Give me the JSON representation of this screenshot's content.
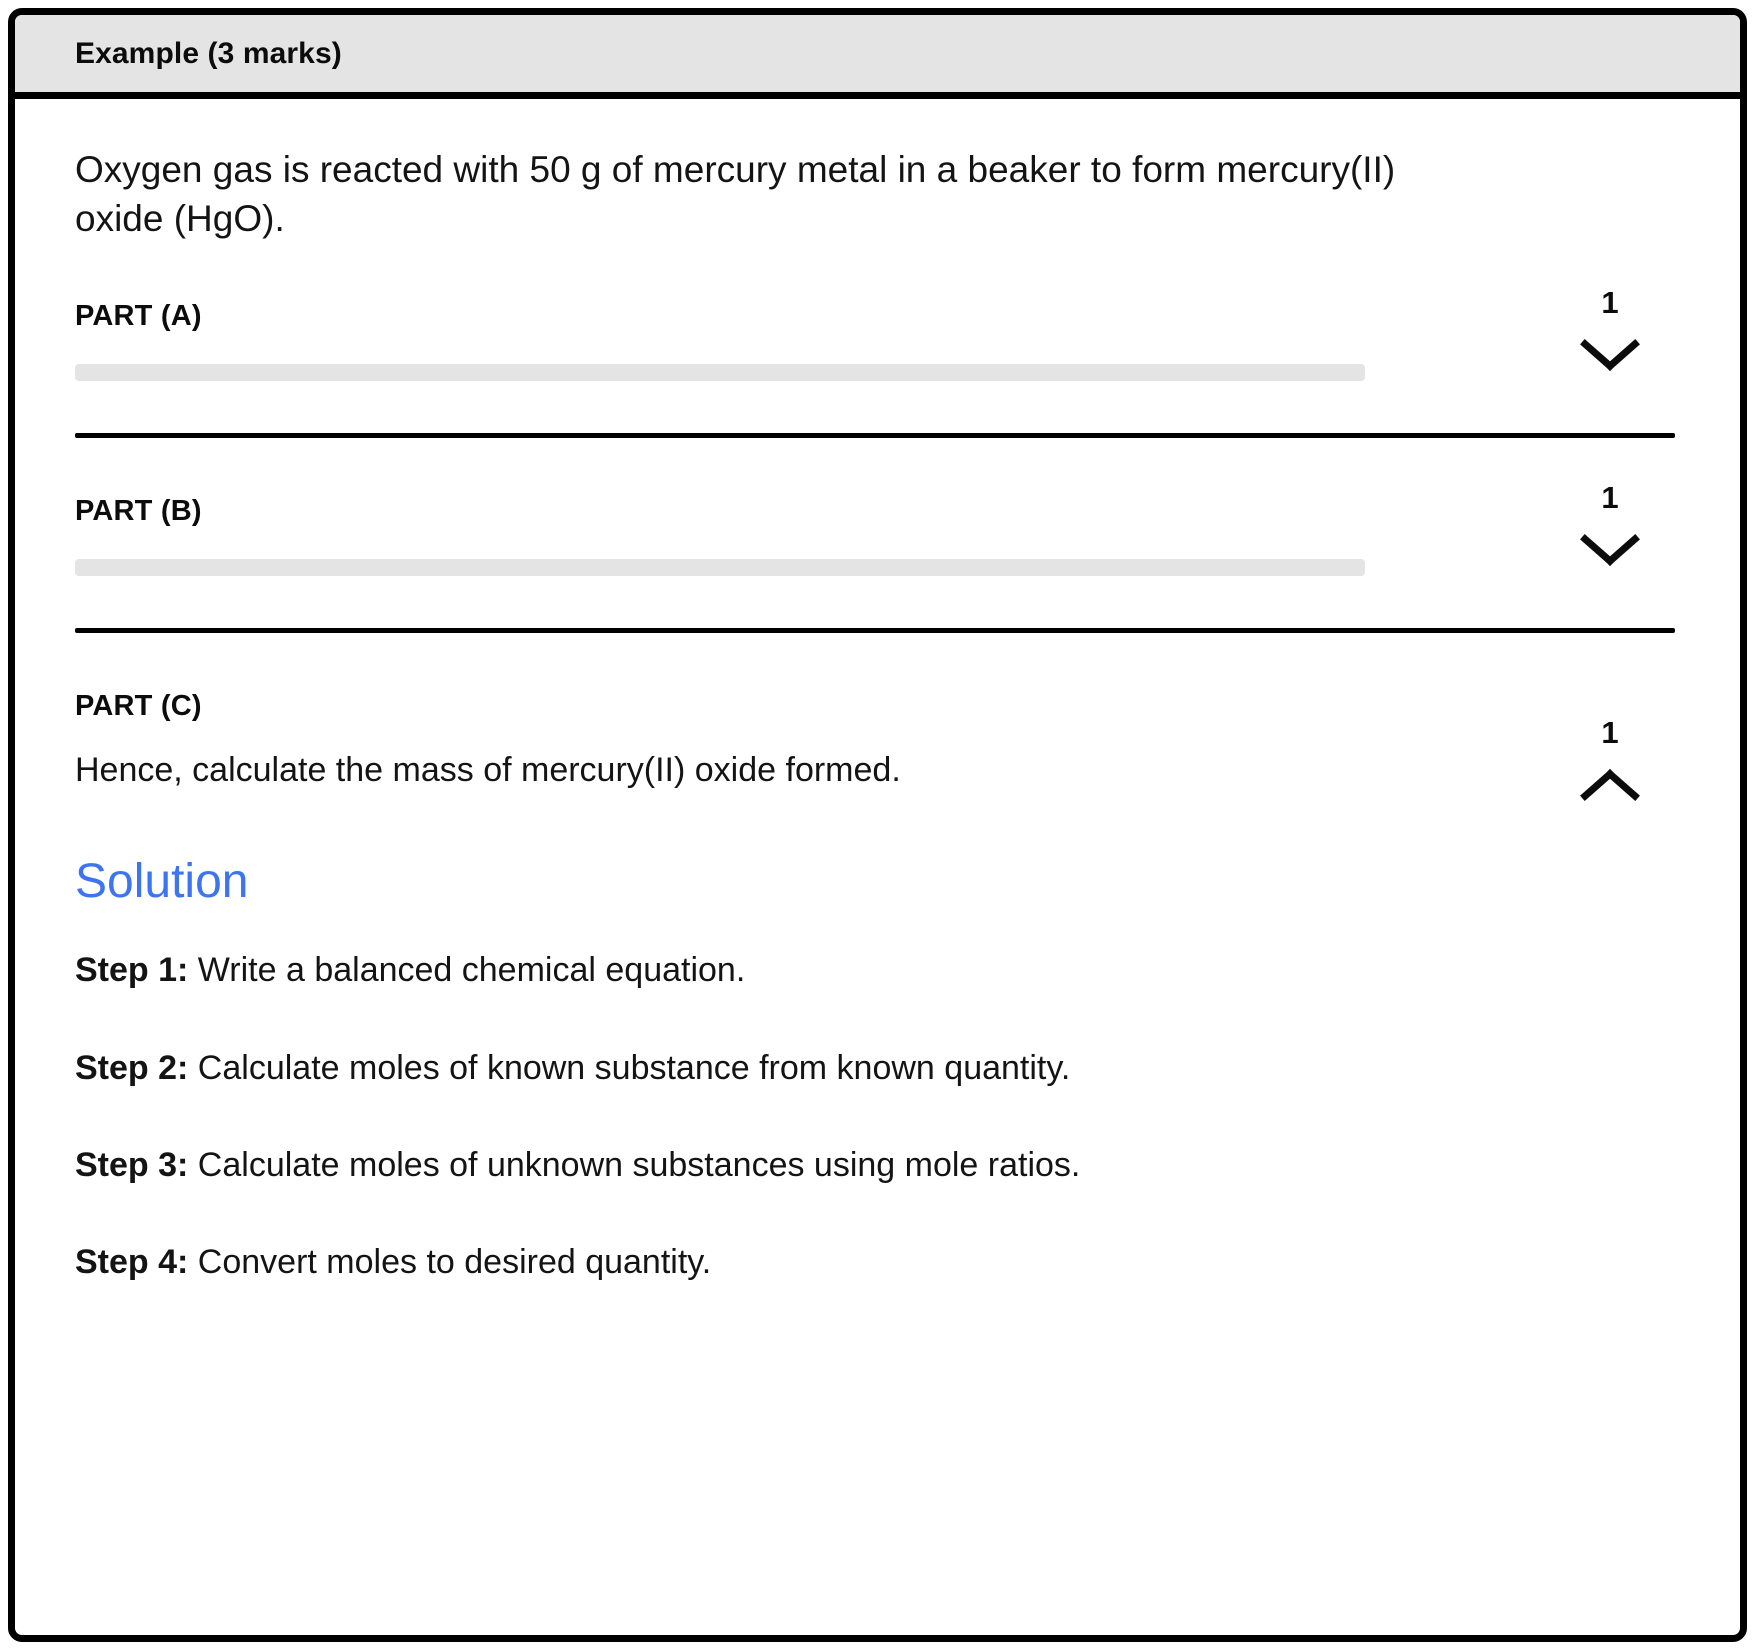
{
  "header": {
    "title": "Example (3 marks)"
  },
  "question": {
    "stem": "Oxygen gas is reacted with 50 g of mercury metal in a beaker to form mercury(II) oxide (HgO)."
  },
  "parts": [
    {
      "label": "PART (A)",
      "marks": "1",
      "chevron": "chevron-down-icon",
      "expanded": false,
      "body_text": "",
      "placeholder": true
    },
    {
      "label": "PART (B)",
      "marks": "1",
      "chevron": "chevron-down-icon",
      "expanded": false,
      "body_text": "",
      "placeholder": true
    },
    {
      "label": "PART (C)",
      "marks": "1",
      "chevron": "chevron-up-icon",
      "expanded": true,
      "body_text": "Hence, calculate the mass of mercury(II) oxide formed.",
      "placeholder": false
    }
  ],
  "solution": {
    "heading": "Solution",
    "heading_color": "#3d74ef",
    "steps": [
      {
        "label": "Step 1:",
        "text": " Write a balanced chemical equation."
      },
      {
        "label": "Step 2:",
        "text": " Calculate moles of known substance from known quantity."
      },
      {
        "label": "Step 3:",
        "text": " Calculate moles of unknown substances using mole ratios."
      },
      {
        "label": "Step 4:",
        "text": " Convert moles to desired quantity."
      }
    ]
  },
  "colors": {
    "border": "#000000",
    "header_background": "#e4e4e4",
    "skeleton": "#e4e4e4",
    "text": "#141414",
    "accent": "#3d74ef"
  }
}
